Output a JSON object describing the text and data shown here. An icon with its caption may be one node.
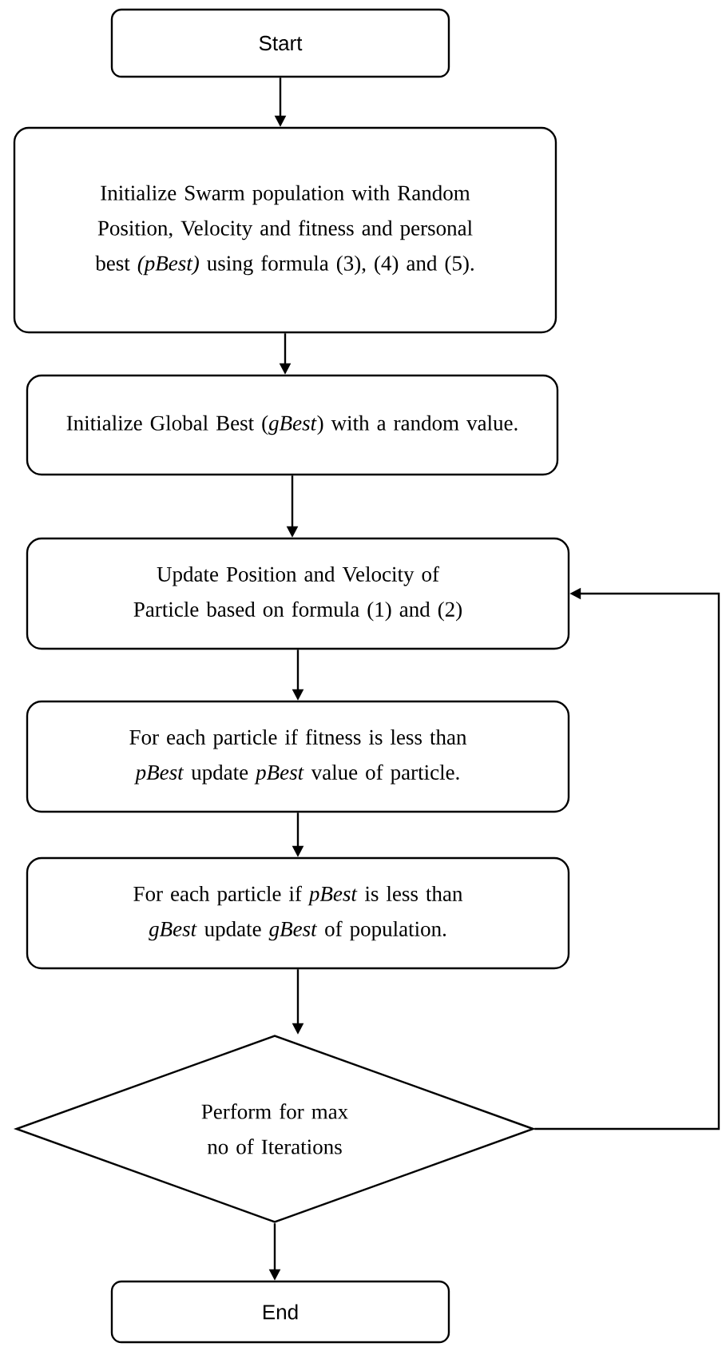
{
  "diagram": {
    "nodes": [
      {
        "text": [
          "Start"
        ]
      },
      {
        "text": [
          "Initialize Swarm population with Random Position, Velocity and fitness and personal best *(pBest)* using formula (3), (4) and (5)."
        ]
      },
      {
        "text": [
          "Initialize Global Best (*gBest*) with a random value."
        ]
      },
      {
        "text": [
          "Update Position and Velocity of Particle based on formula (1) and (2)"
        ]
      },
      {
        "text": [
          "For each particle if fitness is less than *pBest* update *pBest* value of particle."
        ]
      },
      {
        "text": [
          "For each particle if *pBest* is less than *gBest* update *gBest* of population."
        ]
      },
      {
        "text": [
          "Perform for max no of Iterations"
        ]
      },
      {
        "text": [
          "End"
        ]
      }
    ],
    "edges": [
      {
        "from": 0,
        "to": 1,
        "arrow": "to"
      },
      {
        "from": 1,
        "to": 2,
        "arrow": "to"
      },
      {
        "from": 2,
        "to": 3,
        "arrow": "to"
      },
      {
        "from": 3,
        "to": 4,
        "arrow": "to"
      },
      {
        "from": 4,
        "to": 5,
        "arrow": "to"
      },
      {
        "from": 5,
        "to": 6,
        "arrow": "to"
      },
      {
        "from": 6,
        "to": 7,
        "arrow": "to"
      },
      {
        "from": 6,
        "to": 3,
        "arrow": "to"
      }
    ]
  }
}
